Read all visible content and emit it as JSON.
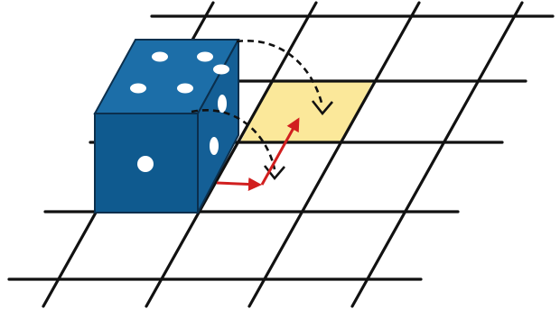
{
  "colors": {
    "background": "#ffffff",
    "grid_line": "#111111",
    "die_front": "#0f5a8f",
    "die_top": "#1c6ea8",
    "die_side": "#145f96",
    "die_edge": "#0b2f4d",
    "pips": "#ffffff",
    "target_cell": "#fbe89a",
    "red_arrows": "#d11f1f",
    "curved_arrows": "#111111"
  },
  "die": {
    "top_pips": 5,
    "front_pips": 1,
    "side_pips": 2
  },
  "grid": {
    "cells_across": 5,
    "cells_down": 5
  }
}
